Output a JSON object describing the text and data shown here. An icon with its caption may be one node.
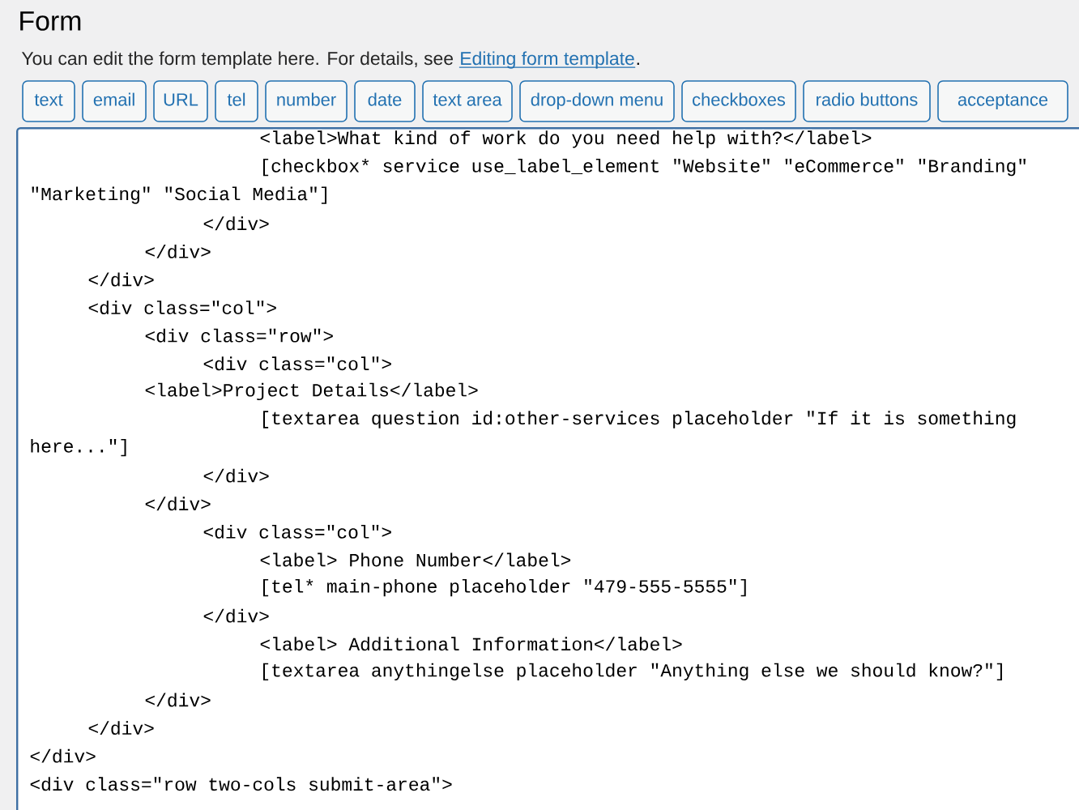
{
  "diagram": {
    "title": "Form",
    "nodes": [
      {
        "text": [
          "text"
        ]
      },
      {
        "text": [
          "email"
        ]
      },
      {
        "text": [
          "URL"
        ]
      },
      {
        "text": [
          "tel"
        ]
      },
      {
        "text": [
          "number"
        ]
      },
      {
        "text": [
          "date"
        ]
      },
      {
        "text": [
          "text area"
        ]
      },
      {
        "text": [
          "drop-down menu"
        ]
      },
      {
        "text": [
          "checkboxes"
        ]
      },
      {
        "text": [
          "radio buttons"
        ]
      },
      {
        "text": [
          "acceptance"
        ]
      },
      {
        "text": [
          "<label>What kind of work do you need help with?</label>",
          "[checkbox* service use_label_element \"Website\" \"eCommerce\" \"Branding\"",
          "\"Marketing\" \"Social Media\"]",
          "</div>",
          "</div>",
          "</div>",
          "<div class=\"col\">",
          "<div class=\"row\">",
          "<div class=\"col\">",
          "<label>Project Details</label>",
          "[textarea question id:other-services placeholder \"If it is something",
          "here...\"]",
          "</div>",
          "</div>",
          "<div class=\"col\">",
          "<label> Phone Number</label>",
          "[tel* main-phone placeholder \"479-555-5555\"]",
          "</div>",
          "<label> Additional Information</label>",
          "[textarea anythingelse placeholder \"Anything else we should know?\"]",
          "</div>",
          "</div>",
          "</div>",
          "<div class=\"row two-cols submit-area\">"
        ]
      }
    ],
    "labels": [
      "You can edit the form template here. For details, see",
      "Editing form template",
      "."
    ]
  }
}
